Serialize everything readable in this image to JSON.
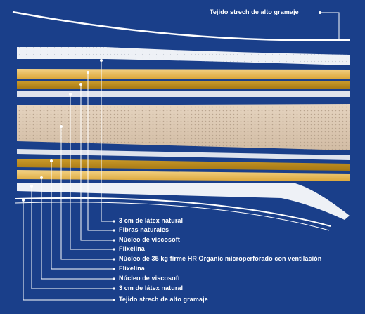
{
  "labels": {
    "top": "Tejido strech de alto gramaje",
    "list": [
      "3 cm de látex natural",
      "Fibras naturales",
      "Núcleo de viscosoft",
      "Flixelina",
      "Núcleo de 35 kg firme HR Organic microperforado con ventilación",
      "Flixelina",
      "Núcleo de viscosoft",
      "3 cm de látex natural",
      "Tejido strech de alto gramaje"
    ]
  },
  "colors": {
    "background": "#1a3f8a",
    "leader_line": "#ffffff",
    "latex": "#e8ecf2",
    "gold": "#e5b74a",
    "viscosoft_dark": "#b88a1e",
    "core": "#dcc8b2",
    "flixelina": "#d4d8e4"
  }
}
